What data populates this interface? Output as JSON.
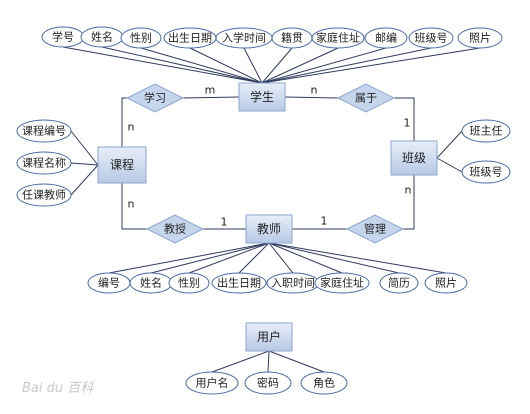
{
  "colors": {
    "entity_top": "#e7eef8",
    "entity_bottom": "#b7c9e6",
    "relationship_fill": "#c5d5ec",
    "shape_stroke": "#8ea6cf",
    "ellipse_fill": "#ffffff",
    "ellipse_stroke": "#4b6aa8",
    "line": "#2f3b5e"
  },
  "entities": {
    "student": "学生",
    "course": "课程",
    "class": "班级",
    "teacher": "教师",
    "user": "用户"
  },
  "relationships": {
    "study": "学习",
    "belong": "属于",
    "teach": "教授",
    "manage": "管理"
  },
  "attributes": {
    "student": [
      "学号",
      "姓名",
      "性别",
      "出生日期",
      "入学时间",
      "籍贯",
      "家庭住址",
      "邮编",
      "班级号",
      "照片"
    ],
    "course": [
      "课程编号",
      "课程名称",
      "任课教师"
    ],
    "class": [
      "班主任",
      "班级号"
    ],
    "teacher": [
      "编号",
      "姓名",
      "性别",
      "出生日期",
      "入职时间",
      "家庭住址",
      "简历",
      "照片"
    ],
    "user": [
      "用户名",
      "密码",
      "角色"
    ]
  },
  "cardinalities": {
    "study_student": "m",
    "study_course": "n",
    "belong_student": "n",
    "belong_class": "1",
    "teach_course": "n",
    "teach_teacher": "1",
    "manage_teacher": "1",
    "manage_class": "n"
  },
  "watermark": "Bai du 百科"
}
